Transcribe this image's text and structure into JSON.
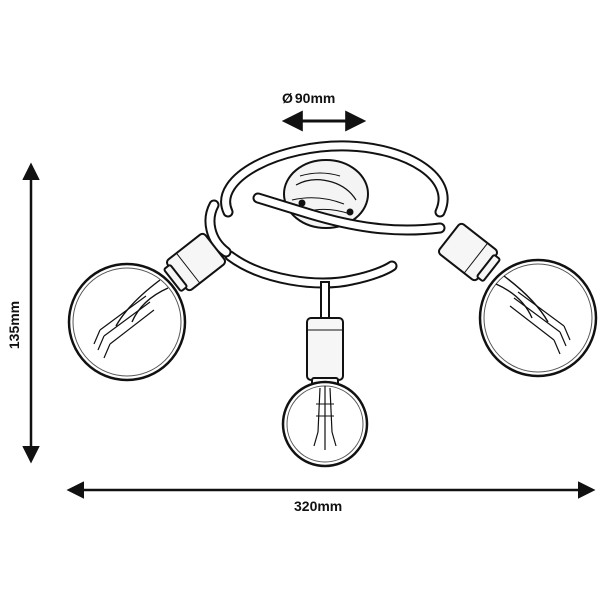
{
  "dimensions": {
    "diameter_symbol": "Ø",
    "diameter_value": "90mm",
    "height": "135mm",
    "width": "320mm"
  },
  "colors": {
    "line": "#111111",
    "background": "#ffffff"
  },
  "icons": {
    "arrow": "double-headed-arrow",
    "bulb": "globe-bulb-outline"
  }
}
